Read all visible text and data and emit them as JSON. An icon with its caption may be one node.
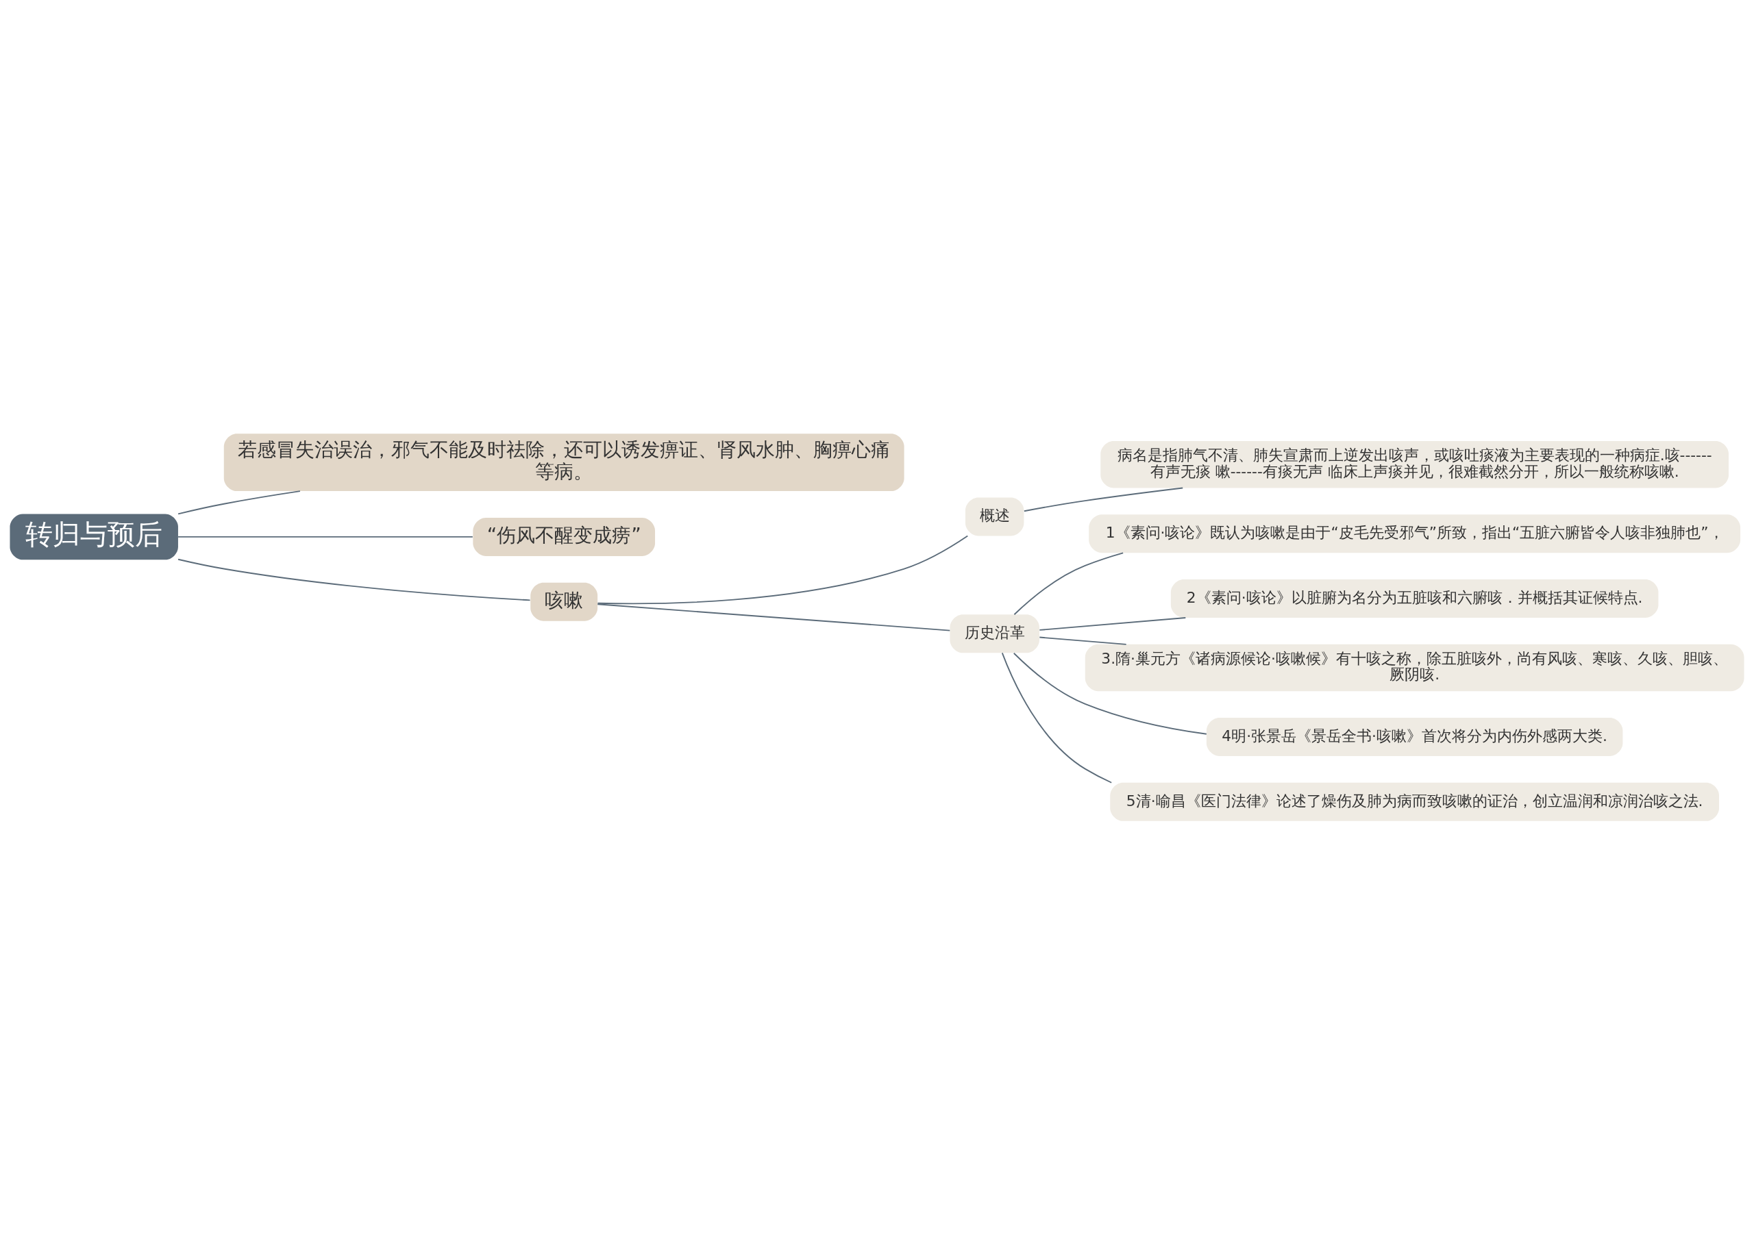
{
  "diagram": {
    "nodes": [
      {
        "text": [
          "转归与预后"
        ]
      },
      {
        "text": [
          "若感冒失治误治，邪气不能及时祛除，还可以诱发痹证、肾风水肿、胸痹心痛等病。"
        ]
      },
      {
        "text": [
          "“伤风不醒变成痨”"
        ]
      },
      {
        "text": [
          "咳嗽"
        ]
      },
      {
        "text": [
          "概述"
        ]
      },
      {
        "text": [
          "病名是指肺气不清、肺失宣肃而上逆发出咳声，或咳吐痰液为主要表现的一种病症.咳------有声无痰 嗽------有痰无声 临床上声痰并见，很难截然分开，所以一般统称咳嗽."
        ]
      },
      {
        "text": [
          "历史沿革"
        ]
      },
      {
        "text": [
          "1《素问·咳论》既认为咳嗽是由于“皮毛先受邪气”所致，指出“五脏六腑皆令人咳非独肺也”，"
        ]
      },
      {
        "text": [
          "2《素问·咳论》以脏腑为名分为五脏咳和六腑咳．并概括其证候特点."
        ]
      },
      {
        "text": [
          "3.隋·巢元方《诸病源候论·咳嗽候》有十咳之称，除五脏咳外，尚有风咳、寒咳、久咳、胆咳、厥阴咳."
        ]
      },
      {
        "text": [
          "4明·张景岳《景岳全书·咳嗽》首次将分为内伤外感两大类."
        ]
      },
      {
        "text": [
          "5清·喻昌《医门法律》论述了燥伤及肺为病而致咳嗽的证治，创立温润和凉润治咳之法."
        ]
      }
    ],
    "edges": [
      {
        "from": 0,
        "to": 1,
        "arrow": "none"
      },
      {
        "from": 0,
        "to": 2,
        "arrow": "none"
      },
      {
        "from": 0,
        "to": 3,
        "arrow": "none"
      },
      {
        "from": 3,
        "to": 4,
        "arrow": "none"
      },
      {
        "from": 4,
        "to": 5,
        "arrow": "none"
      },
      {
        "from": 3,
        "to": 6,
        "arrow": "none"
      },
      {
        "from": 6,
        "to": 7,
        "arrow": "none"
      },
      {
        "from": 6,
        "to": 8,
        "arrow": "none"
      },
      {
        "from": 6,
        "to": 9,
        "arrow": "none"
      },
      {
        "from": 6,
        "to": 10,
        "arrow": "none"
      },
      {
        "from": 6,
        "to": 11,
        "arrow": "none"
      }
    ]
  }
}
